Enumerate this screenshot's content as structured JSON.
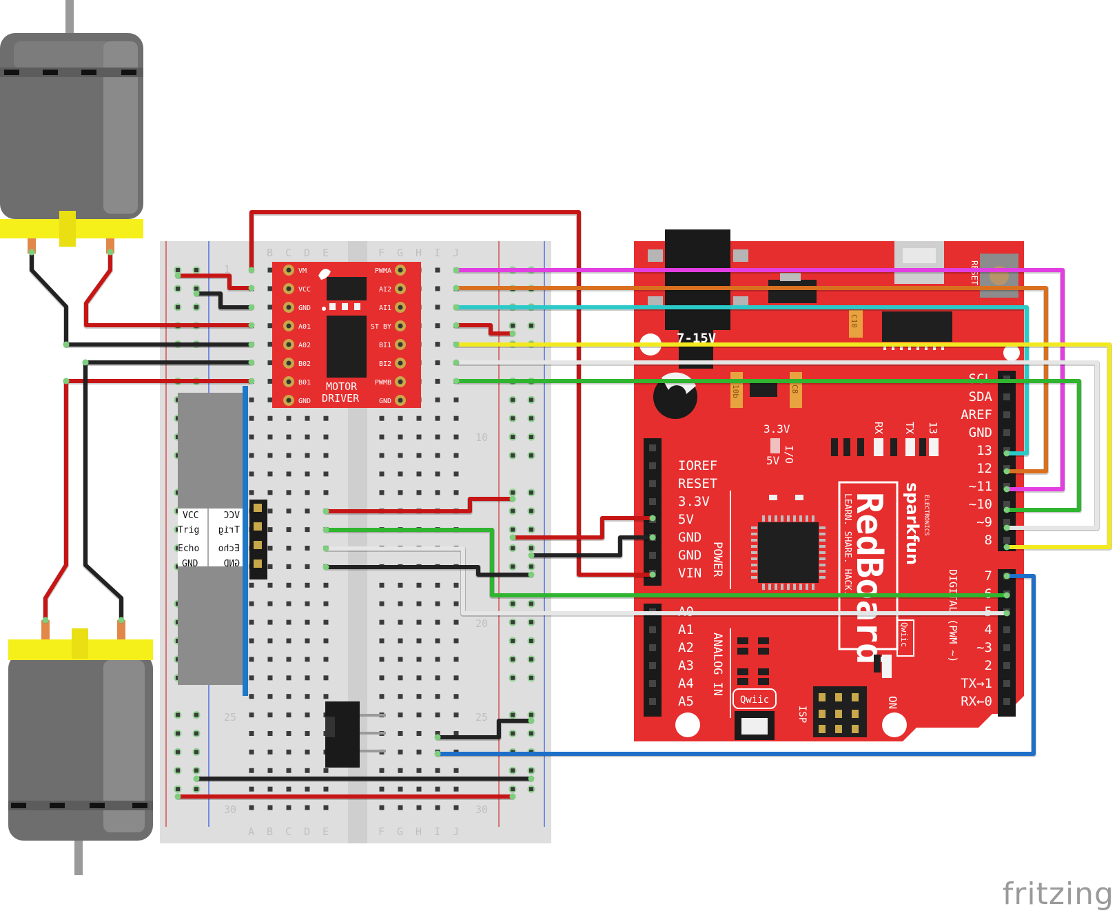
{
  "breadboard": {
    "columns_top": [
      "B",
      "C",
      "D",
      "E",
      "F",
      "G",
      "H",
      "I",
      "J"
    ],
    "columns_bottom": [
      "A",
      "B",
      "C",
      "D",
      "E",
      "F",
      "G",
      "H",
      "I",
      "J"
    ],
    "row_numbers": [
      "1",
      "10",
      "20",
      "25",
      "25",
      "30",
      "30"
    ]
  },
  "motor_driver": {
    "title_line1": "MOTOR",
    "title_line2": "DRIVER",
    "left_pins": [
      "VM",
      "VCC",
      "GND",
      "A01",
      "A02",
      "B02",
      "B01",
      "GND"
    ],
    "right_pins": [
      "PWMA",
      "AI2",
      "AI1",
      "ST BY",
      "BI1",
      "BI2",
      "PWMB",
      "GND"
    ]
  },
  "sensor": {
    "pins_left": [
      "VCC",
      "Trig",
      "Echo",
      "GND"
    ],
    "pins_right": [
      "VCC",
      "Trig",
      "Echo",
      "GND"
    ]
  },
  "redboard": {
    "power_jack": "7-15V",
    "reset": "RESET",
    "brand": "sparkfun",
    "brand_sub": "ELECTRONICS",
    "name": "RedBoard",
    "slogan": "LEARN. SHARE. HACK.",
    "qwiic_side": "Qwiic",
    "qwiic": "Qwiic",
    "isp": "ISP",
    "on": "ON",
    "volt_top": "3.3V",
    "volt_bottom": "5V",
    "io": "I/O",
    "cap_labels": [
      "C10",
      "10b",
      "C8"
    ],
    "leds": [
      "RX",
      "TX",
      "13"
    ],
    "power_pins": [
      "IOREF",
      "RESET",
      "3.3V",
      "5V",
      "GND",
      "GND",
      "VIN"
    ],
    "power_section": "POWER",
    "analog_pins": [
      "A0",
      "A1",
      "A2",
      "A3",
      "A4",
      "A5"
    ],
    "analog_section": "ANALOG IN",
    "digital_top": [
      "SCL",
      "SDA",
      "AREF",
      "GND",
      "13",
      "12",
      "~11",
      "~10",
      "~9",
      "8"
    ],
    "digital_bottom": [
      "7",
      "~6",
      "~5",
      "4",
      "~3",
      "2",
      "TX→1",
      "RX←0"
    ],
    "digital_section": "DIGITAL (PWM ~)"
  },
  "watermark": "fritzing",
  "colors": {
    "board_red": "#e62e2e",
    "breadboard": "#dedede",
    "wire_red": "#c61515",
    "wire_black": "#222222",
    "wire_magenta": "#e23ee2",
    "wire_orange": "#d9701f",
    "wire_cyan": "#2cc9c9",
    "wire_yellow": "#f2ea1f",
    "wire_white": "#e6e6e6",
    "wire_green": "#2fb52f",
    "wire_blue": "#1e6fc8",
    "motor_gray": "#6b6b6b",
    "motor_yellow": "#f5ef1a"
  }
}
